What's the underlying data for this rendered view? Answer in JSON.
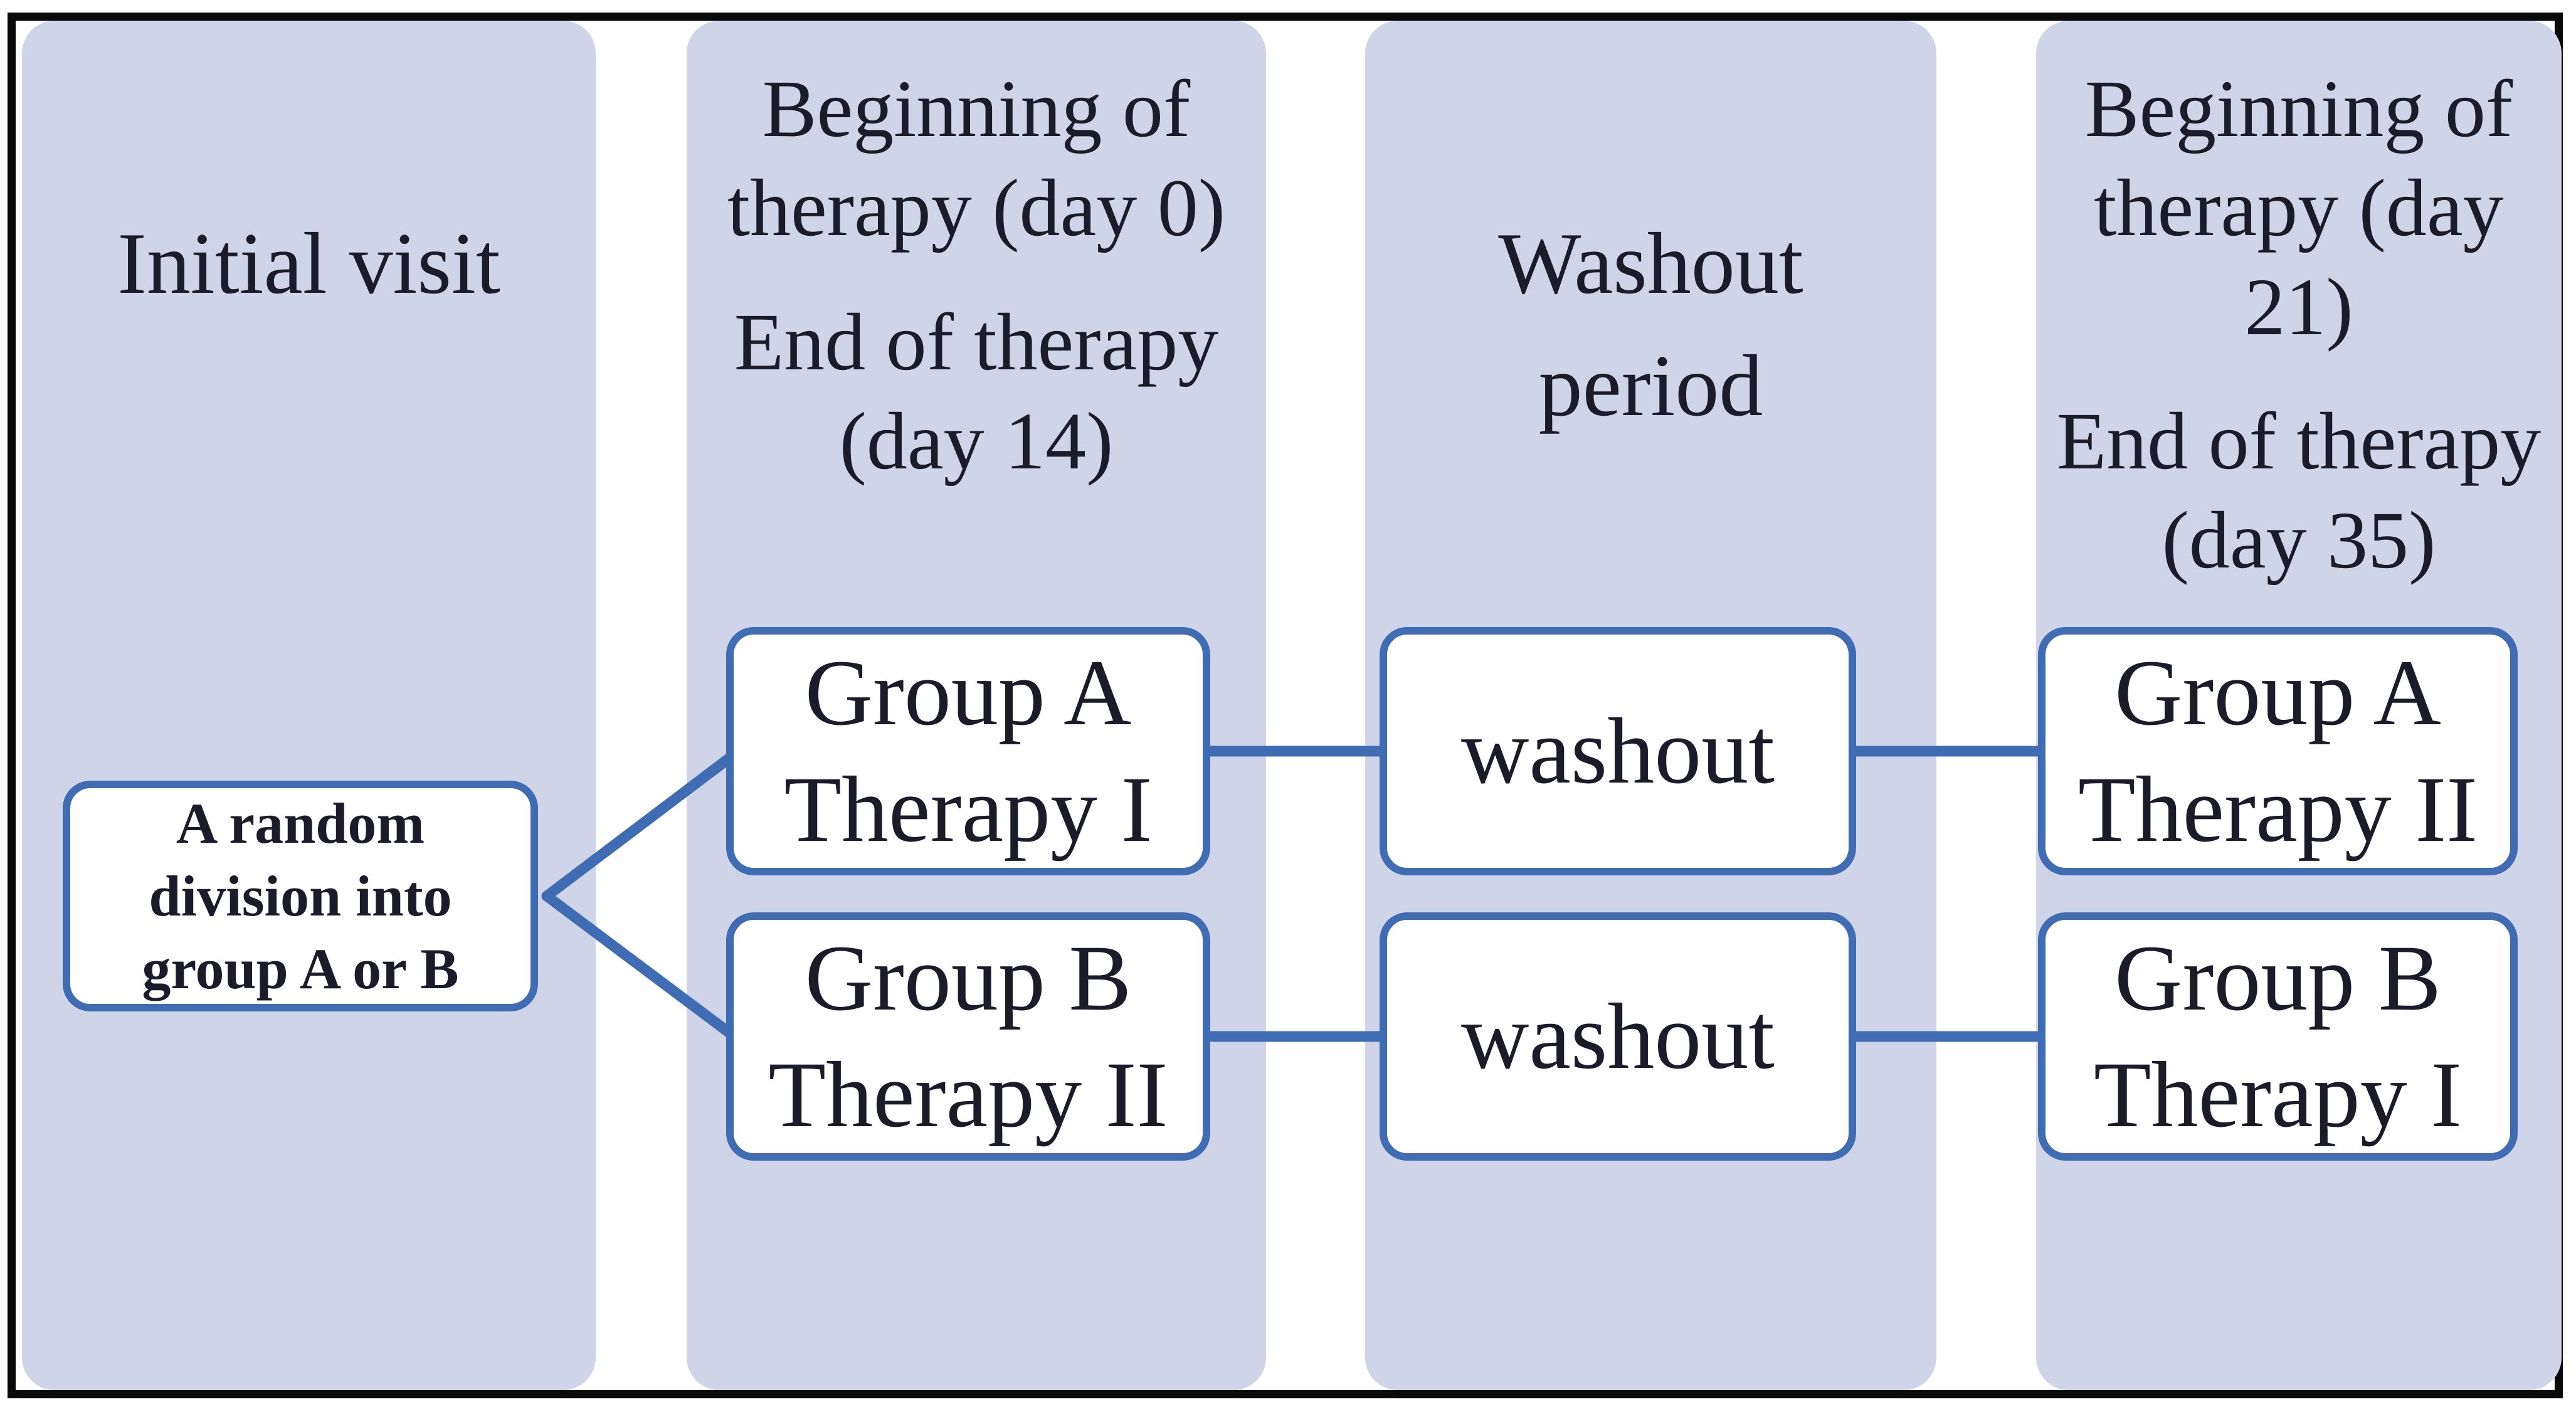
{
  "palette": {
    "column_fill": "#cfd4e9",
    "line_blue": "#3f6cb3",
    "frame_black": "#0a0a0a",
    "box_fill": "#ffffff",
    "text": "#1c1b29"
  },
  "columns": {
    "initial_visit": {
      "title": "Initial visit"
    },
    "first_period": {
      "line1": "Beginning of",
      "line2": "therapy (day 0)",
      "line3": "End of therapy",
      "line4": "(day 14)"
    },
    "washout_period": {
      "line1": "Washout",
      "line2": "period"
    },
    "second_period": {
      "line1": "Beginning of",
      "line2": "therapy (day 21)",
      "line3": "End of therapy",
      "line4": "(day 35)"
    }
  },
  "nodes": {
    "randomization": {
      "line1": "A random",
      "line2": "division into",
      "line3": "group A or B"
    },
    "period1_group_a": {
      "line1": "Group A",
      "line2": "Therapy I"
    },
    "period1_group_b": {
      "line1": "Group B",
      "line2": "Therapy II"
    },
    "washout_top": {
      "label": "washout"
    },
    "washout_bottom": {
      "label": "washout"
    },
    "period2_group_a": {
      "line1": "Group A",
      "line2": "Therapy II"
    },
    "period2_group_b": {
      "line1": "Group B",
      "line2": "Therapy I"
    }
  }
}
